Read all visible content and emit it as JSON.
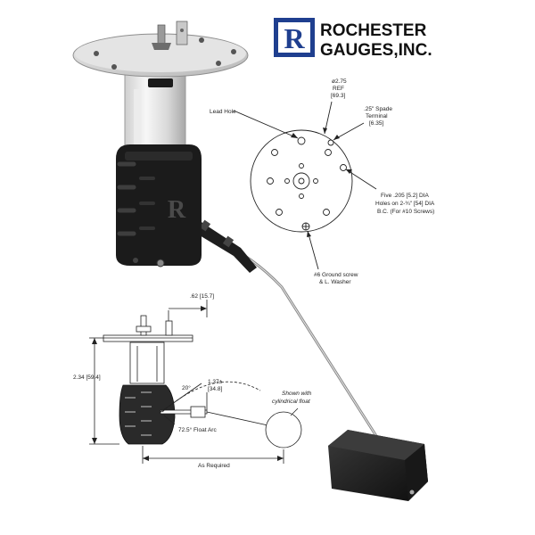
{
  "brand": {
    "line1": "ROCHESTER",
    "line2": "GAUGES,INC.",
    "logo_letter": "R",
    "logo_color": "#1f3f8f"
  },
  "labels": {
    "lead_hole": "Lead Hole",
    "diameter": "ø2.75",
    "diameter_ref": "REF",
    "diameter_mm": "[69.3]",
    "spade_1": ".25\" Spade",
    "spade_2": "Terminal",
    "spade_3": "[6.35]",
    "holes_1": "Five .205 [5.2] DIA",
    "holes_2": "Holes on 2-¾\" [54] DIA",
    "holes_3": "B.C. (For #10 Screws)",
    "ground_1": "#6 Ground screw",
    "ground_2": "& L. Washer",
    "dim_top": ".62 [15.7]",
    "dim_height": "2.34 [59.4]",
    "dim_angle": "20°",
    "dim_137": "1.37±",
    "dim_137_mm": "[34.8]",
    "float_arc": "72.5° Float Arc",
    "as_required": "As Required",
    "float_note_1": "Shown with",
    "float_note_2": "cylindrical float"
  },
  "body_letter": "R"
}
